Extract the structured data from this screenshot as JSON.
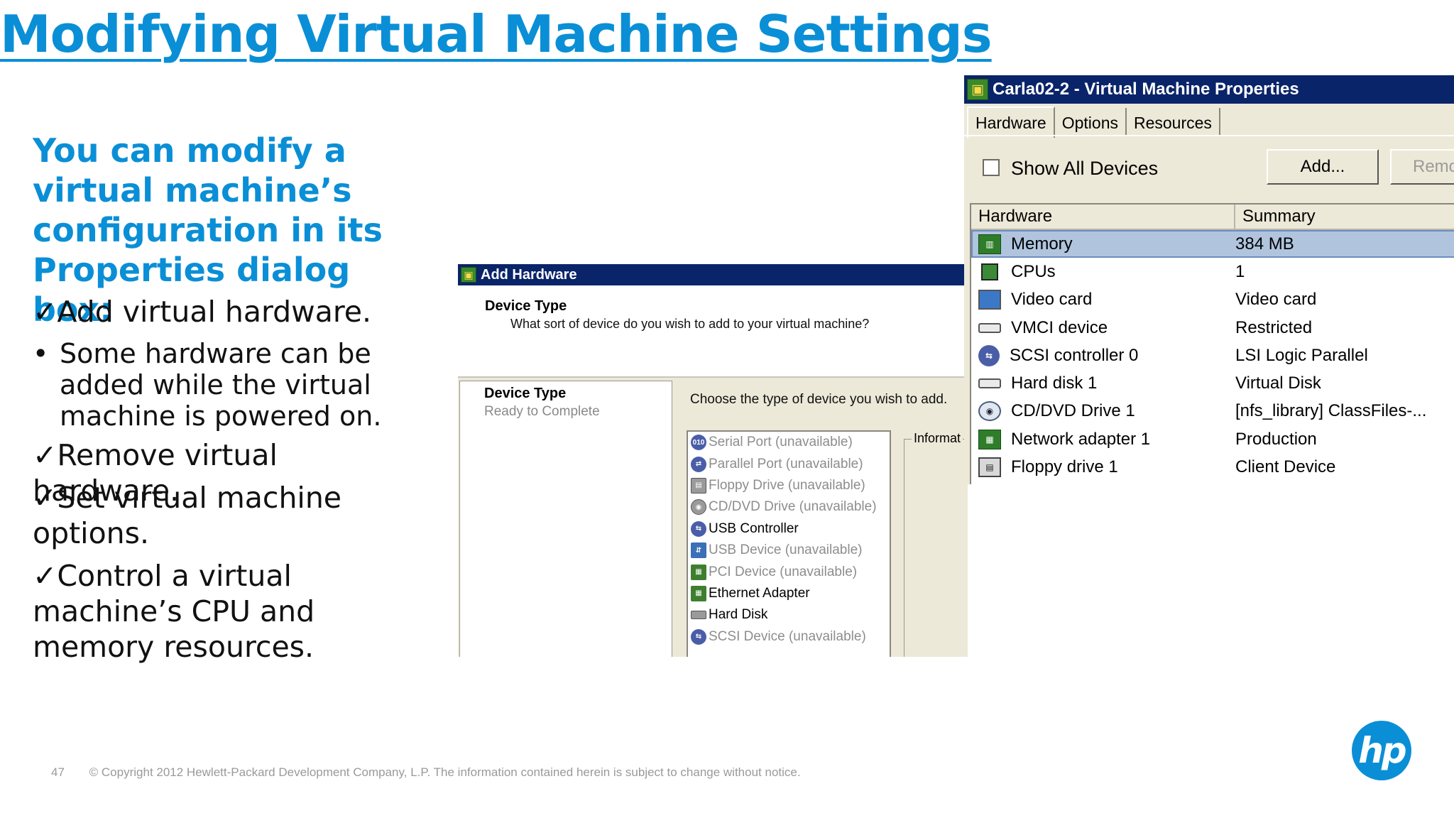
{
  "slide": {
    "title": "Modifying Virtual Machine Settings",
    "lead": "You can modify a virtual machine’s configuration in its Properties dialog box:",
    "check_mark": "✓",
    "bullet_dot": "•",
    "items": [
      "Add virtual hardware.",
      "Some hardware can be added while the virtual machine is powered on.",
      "Remove virtual hardware.",
      "Set virtual machine options.",
      "Control a virtual machine’s CPU and memory resources."
    ]
  },
  "add_hardware": {
    "title": "Add Hardware",
    "header_title": "Device Type",
    "header_question": "What sort of device do you wish to add to your virtual machine?",
    "nav": [
      "Device Type",
      "Ready to Complete"
    ],
    "prompt": "Choose the type of device you wish to add.",
    "info_label": "Informat",
    "devices": [
      {
        "label": "Serial Port (unavailable)",
        "icon": "serial-port-icon",
        "glyph": "010"
      },
      {
        "label": "Parallel Port (unavailable)",
        "icon": "parallel-port-icon",
        "glyph": "⇄"
      },
      {
        "label": "Floppy Drive (unavailable)",
        "icon": "floppy-icon",
        "glyph": "▤"
      },
      {
        "label": "CD/DVD Drive (unavailable)",
        "icon": "cd-dvd-icon",
        "glyph": "◉"
      },
      {
        "label": "USB Controller",
        "icon": "usb-controller-icon",
        "glyph": "⇆"
      },
      {
        "label": "USB Device (unavailable)",
        "icon": "usb-device-icon",
        "glyph": "⇵"
      },
      {
        "label": "PCI Device (unavailable)",
        "icon": "pci-device-icon",
        "glyph": "▦"
      },
      {
        "label": "Ethernet Adapter",
        "icon": "ethernet-adapter-icon",
        "glyph": "▦"
      },
      {
        "label": "Hard Disk",
        "icon": "hard-disk-icon",
        "glyph": ""
      },
      {
        "label": "SCSI Device (unavailable)",
        "icon": "scsi-device-icon",
        "glyph": "⇆"
      }
    ]
  },
  "vm_properties": {
    "title": "Carla02-2 - Virtual Machine Properties",
    "tabs": [
      "Hardware",
      "Options",
      "Resources"
    ],
    "show_all_devices": "Show All Devices",
    "add_button": "Add...",
    "remove_button": "Remo",
    "columns": [
      "Hardware",
      "Summary"
    ],
    "rows": [
      {
        "name": "Memory",
        "summary": "384 MB",
        "icon": "memory-icon",
        "glyph": "▥"
      },
      {
        "name": "CPUs",
        "summary": "1",
        "icon": "cpu-icon",
        "glyph": ""
      },
      {
        "name": "Video card",
        "summary": "Video card",
        "icon": "video-card-icon",
        "glyph": ""
      },
      {
        "name": "VMCI device",
        "summary": "Restricted",
        "icon": "vmci-device-icon",
        "glyph": ""
      },
      {
        "name": "SCSI controller 0",
        "summary": "LSI Logic Parallel",
        "icon": "scsi-controller-icon",
        "glyph": "⇆"
      },
      {
        "name": "Hard disk 1",
        "summary": "Virtual Disk",
        "icon": "hard-disk-icon",
        "glyph": ""
      },
      {
        "name": "CD/DVD Drive 1",
        "summary": "[nfs_library] ClassFiles-...",
        "icon": "cd-dvd-icon",
        "glyph": "◉"
      },
      {
        "name": "Network adapter 1",
        "summary": "Production",
        "icon": "network-adapter-icon",
        "glyph": "▦"
      },
      {
        "name": "Floppy drive 1",
        "summary": "Client Device",
        "icon": "floppy-icon",
        "glyph": "▤"
      }
    ],
    "selected_row": "Memory"
  },
  "footer": {
    "page_number": "47",
    "copyright": "© Copyright 2012 Hewlett-Packard Development Company, L.P.  The information contained herein is subject to change without notice.",
    "logo_text": "hp"
  },
  "colors": {
    "accent": "#0a8fd6",
    "titlebar": "#0a246a",
    "dialog_bg": "#ece9d8",
    "selection": "#b0c4de"
  }
}
